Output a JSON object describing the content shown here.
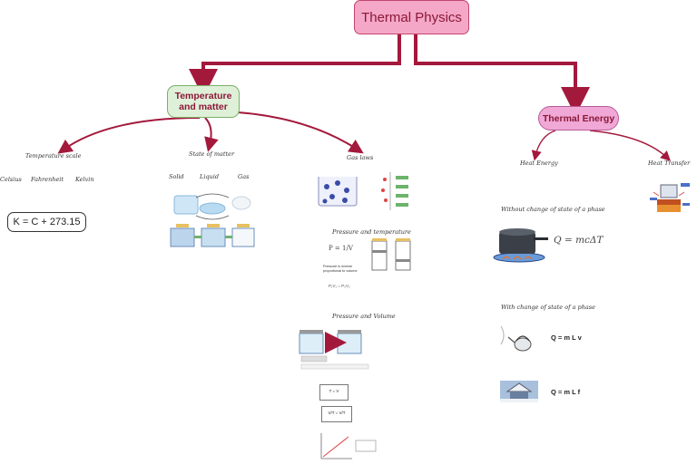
{
  "root": {
    "title": "Thermal Physics"
  },
  "temperature": {
    "title_line1": "Temperature",
    "title_line2": "and matter",
    "scales": {
      "title": "Temperature scale",
      "items": [
        "Celsius",
        "Fahrenheit",
        "Kelvin"
      ],
      "formula": "K = C + 273.15"
    },
    "states": {
      "title": "State of matter",
      "items": [
        "Solid",
        "Liquid",
        "Gas"
      ]
    },
    "gas_laws": {
      "title": "Gas laws",
      "pressure": {
        "title": "Pressure and temperature",
        "formula": "P = 1/V",
        "caption": "Pressure is inverse proportional to volume",
        "formula2": "P₁V₁ = P₂V₂"
      },
      "volume": {
        "title": "Pressure and Volume",
        "formula_top": "T = V",
        "formula_mid": "V/T = V/T"
      }
    }
  },
  "energy": {
    "title": "Thermal Energy",
    "branches": [
      "Heat Energy",
      "Heat Transfer"
    ],
    "no_state_change": {
      "title": "Without change of state of a phase",
      "formula": "Q = mcΔT"
    },
    "state_change": {
      "title": "With change of state of a phase",
      "formula_v": "Q = m L v",
      "formula_f": "Q = m L f"
    }
  },
  "colors": {
    "arrow": "#a3193c",
    "root_fill": "#f4a7c6",
    "temp_fill": "#dff0d8",
    "energy_fill": "#f0a8d6"
  }
}
